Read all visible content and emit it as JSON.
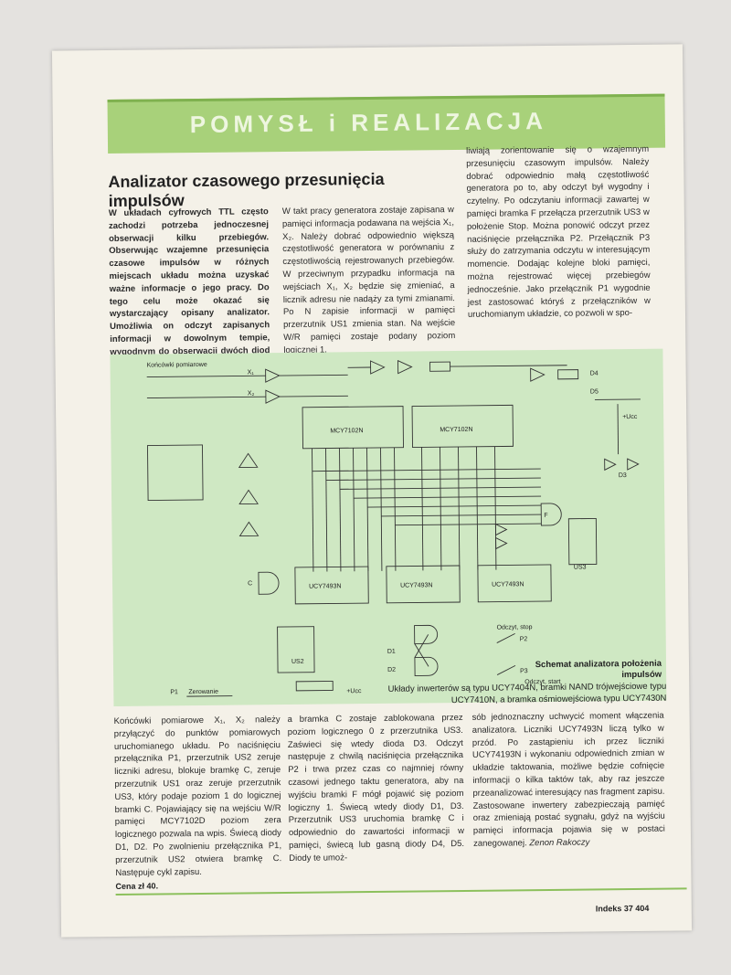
{
  "banner": {
    "text": "POMYSŁ i REALIZACJA"
  },
  "article": {
    "title": "Analizator czasowego przesunięcia impulsów",
    "col1": "W układach cyfrowych TTL często zachodzi potrzeba jednoczesnej obserwacji kilku przebiegów. Obserwując wzajemne przesunięcia czasowe impulsów w różnych miejscach układu można uzyskać ważne informacje o jego pracy. Do tego celu może okazać się wystarczający opisany analizator. Umożliwia on odczyt zapisanych informacji w dowolnym tempie, wygodnym do obserwacji dwóch diod elektroluminescencyjnych stanowiących wskaźnik analizatora.",
    "col2": "W takt pracy generatora zostaje zapisana w pamięci informacja podawana na wejścia X₁, X₂. Należy dobrać odpowiednio większą częstotliwość generatora w porównaniu z częstotliwością rejestrowanych przebiegów. W przeciwnym przypadku informacja na wejściach X₁, X₂ będzie się zmieniać, a licznik adresu nie nadąży za tymi zmianami. Po N zapisie informacji w pamięci przerzutnik US1 zmienia stan. Na wejście W/R pamięci zostaje podany poziom logicznej 1,",
    "col3": "liwiają zorientowanie się o wzajemnym przesunięciu czasowym impulsów. Należy dobrać odpowiednio małą częstotliwość generatora po to, aby odczyt był wygodny i czytelny. Po odczytaniu informacji zawartej w pamięci bramka F przełącza przerzutnik US3 w położenie Stop. Można ponowić odczyt przez naciśnięcie przełącznika P2. Przełącznik P3 służy do zatrzymania odczytu w interesującym momencie. Dodając kolejne bloki pamięci, można rejestrować więcej przebiegów jednocześnie. Jako przełącznik P1 wygodnie jest zastosować któryś z przełączników w uruchomianym układzie, co pozwoli w spo-",
    "col4": "Końcówki pomiarowe X₁, X₂ należy przyłączyć do punktów pomiarowych uruchomianego układu. Po naciśnięciu przełącznika P1, przerzutnik US2 zeruje liczniki adresu, blokuje bramkę C, zeruje przerzutnik US1 oraz zeruje przerzutnik US3, który podaje poziom 1 do logicznej bramki C. Pojawiający się na wejściu W/R pamięci MCY7102D poziom zera logicznego pozwala na wpis. Świecą diody D1, D2. Po zwolnieniu przełącznika P1, przerzutnik US2 otwiera bramkę C. Następuje cykl zapisu.",
    "col5": "a bramka C zostaje zablokowana przez poziom logicznego 0 z przerzutnika US3. Zaświeci się wtedy dioda D3. Odczyt następuje z chwilą naciśnięcia przełącznika P2 i trwa przez czas co najmniej równy czasowi jednego taktu generatora, aby na wyjściu bramki F mógł pojawić się poziom logiczny 1. Świecą wtedy diody D1, D3. Przerzutnik US3 uruchomia bramkę C i odpowiednio do zawartości informacji w pamięci, świecą lub gasną diody D4, D5. Diody te umoż-",
    "col6": "sób jednoznaczny uchwycić moment włączenia analizatora. Liczniki UCY7493N liczą tylko w przód. Po zastąpieniu ich przez liczniki UCY74193N i wykonaniu odpowiednich zmian w układzie taktowania, możliwe będzie cofnięcie informacji o kilka taktów tak, aby raz jeszcze przeanalizować interesujący nas fragment zapisu. Zastosowane inwertery zabezpieczają pamięć oraz zmieniają postać sygnału, gdyż na wyjściu pamięci informacja pojawia się w postaci zanegowanej.",
    "author": "Zenon Rakoczy"
  },
  "diagram": {
    "labels": {
      "probes": "Końcówki pomiarowe",
      "x1": "X₁",
      "x2": "X₂",
      "mem1": "MCY7102N",
      "mem2": "MCY7102N",
      "cnt1": "UCY7493N",
      "cnt2": "UCY7493N",
      "cnt3": "UCY7493N",
      "us2": "US2",
      "us3": "US3",
      "gate_c": "C",
      "gate_f": "F",
      "p1": "P1",
      "p1_note": "Zerowanie",
      "p2": "P2",
      "p3": "P3",
      "read_stop": "Odczyt, stop",
      "read_start": "Odczyt, start",
      "ucc": "+Ucc",
      "d1": "D1",
      "d2": "D2",
      "d3": "D3",
      "d4": "D4",
      "d5": "D5"
    },
    "caption_title": "Schemat analizatora położenia impulsów",
    "caption_body": "Układy inwerterów są typu UCY7404N, bramki NAND trójwejściowe typu UCY7410N, a bramka ośmiowejściowa typu UCY7430N"
  },
  "footer": {
    "price": "Cena zł 40.",
    "index": "Indeks 37 404"
  },
  "colors": {
    "banner": "#a8d17a",
    "diagram_bg": "#cfe8c3",
    "paper": "#f4f1e8"
  }
}
